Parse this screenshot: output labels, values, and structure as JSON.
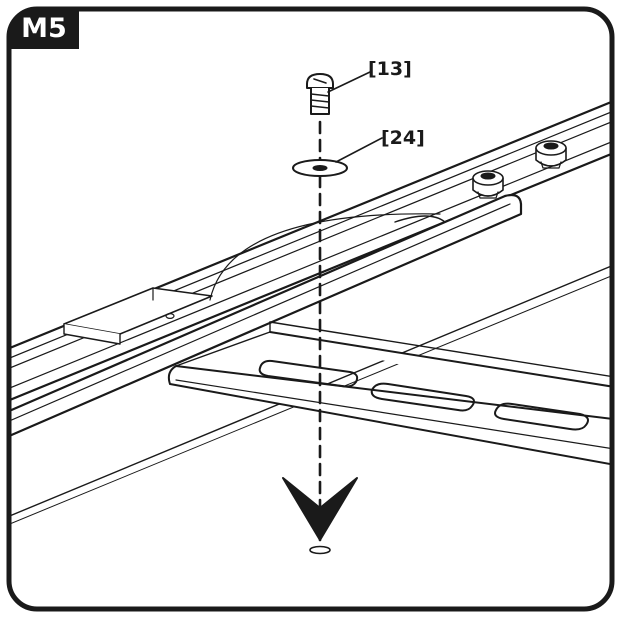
{
  "step": {
    "label": "M5"
  },
  "parts": [
    {
      "id": "screw",
      "label": "[13]"
    },
    {
      "id": "washer",
      "label": "[24]"
    }
  ],
  "colors": {
    "ink": "#1a1a1a",
    "paper": "#ffffff"
  }
}
